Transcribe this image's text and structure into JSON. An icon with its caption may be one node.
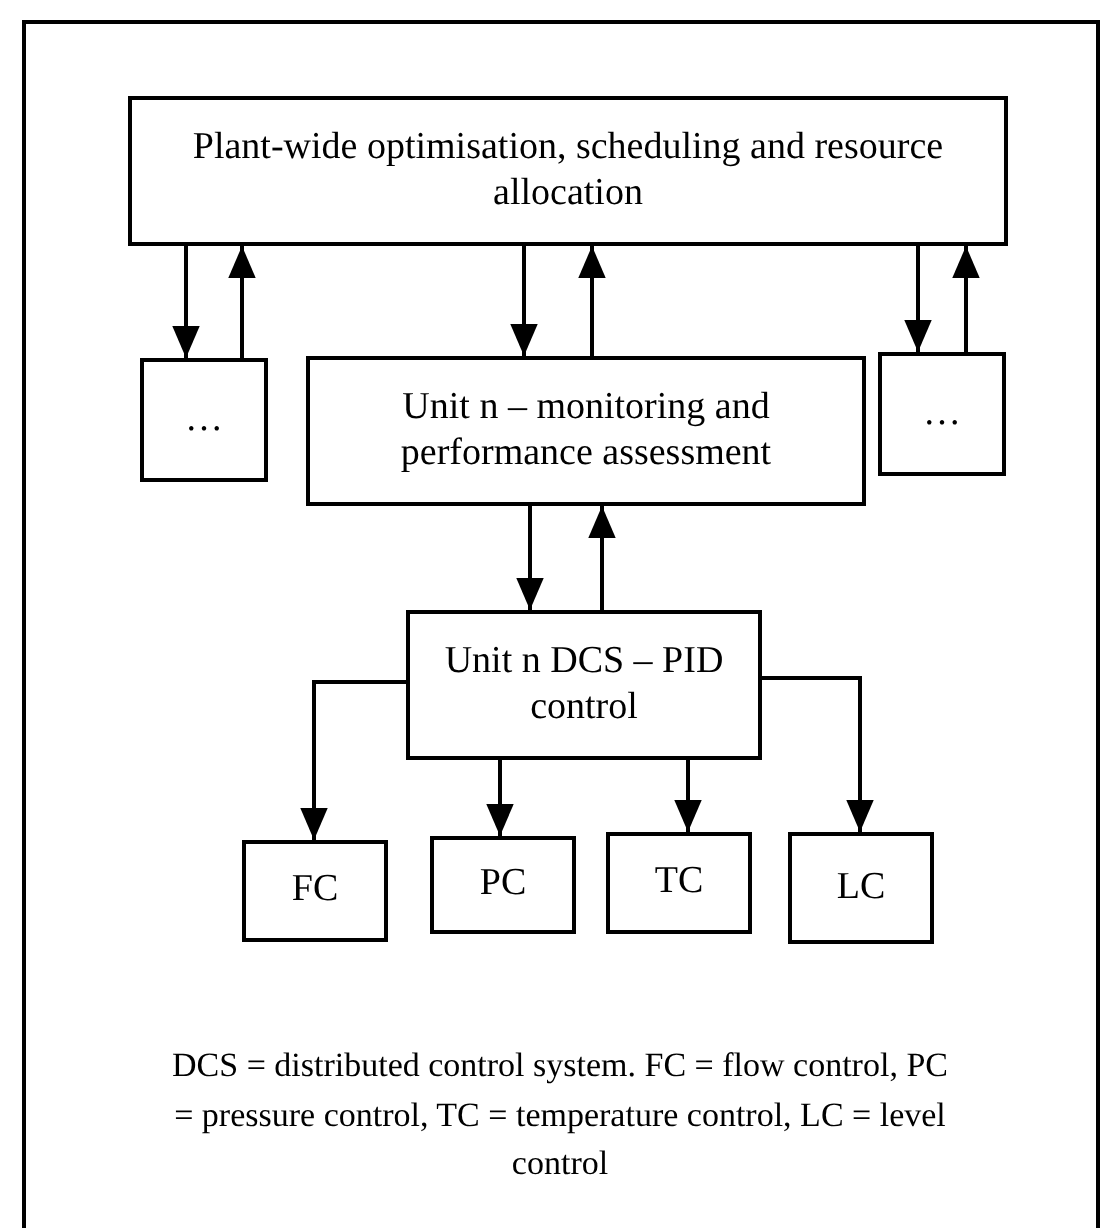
{
  "diagram": {
    "caption": "DCS = distributed control system. FC = flow control, PC = pressure control, TC = temperature control, LC = level control",
    "nodes": [
      {
        "text": [
          "Plant-wide optimisation, scheduling and resource allocation"
        ]
      },
      {
        "text": [
          "…"
        ]
      },
      {
        "text": [
          "Unit n – monitoring and performance assessment"
        ]
      },
      {
        "text": [
          "…"
        ]
      },
      {
        "text": [
          "Unit n DCS – PID control"
        ]
      },
      {
        "text": [
          "FC"
        ]
      },
      {
        "text": [
          "PC"
        ]
      },
      {
        "text": [
          "TC"
        ]
      },
      {
        "text": [
          "LC"
        ]
      }
    ],
    "edges": [
      {
        "from": 0,
        "to": 1,
        "arrow": "to"
      },
      {
        "from": 1,
        "to": 0,
        "arrow": "to"
      },
      {
        "from": 0,
        "to": 2,
        "arrow": "to"
      },
      {
        "from": 2,
        "to": 0,
        "arrow": "to"
      },
      {
        "from": 0,
        "to": 3,
        "arrow": "to"
      },
      {
        "from": 3,
        "to": 0,
        "arrow": "to"
      },
      {
        "from": 2,
        "to": 4,
        "arrow": "to"
      },
      {
        "from": 4,
        "to": 2,
        "arrow": "to"
      },
      {
        "from": 4,
        "to": 5,
        "arrow": "to"
      },
      {
        "from": 4,
        "to": 6,
        "arrow": "to"
      },
      {
        "from": 4,
        "to": 7,
        "arrow": "to"
      },
      {
        "from": 4,
        "to": 8,
        "arrow": "to"
      }
    ]
  }
}
